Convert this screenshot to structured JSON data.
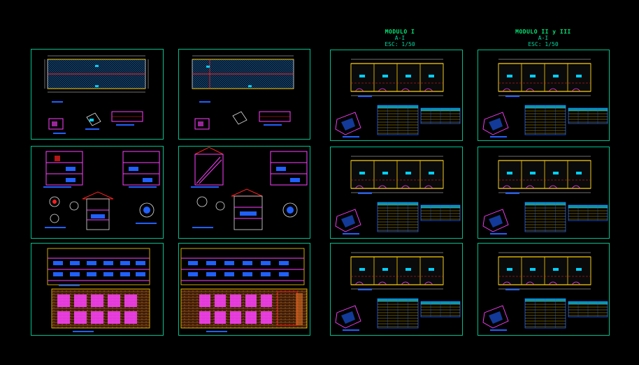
{
  "headers": [
    {
      "title": "MODULO I",
      "sub1": "A-I",
      "sub2": "ESC: 1/50"
    },
    {
      "title": "MODULO II y III",
      "sub1": "A-I",
      "sub2": "ESC: 1/50"
    }
  ],
  "colors": {
    "background": "#000000",
    "sheet_border": "#00c08a",
    "header_text": "#00e676",
    "cad_yellow": "#ffd000",
    "cad_red": "#ff2020",
    "cad_magenta": "#ff40ff",
    "cad_cyan": "#00d0ff",
    "cad_blue": "#2060ff",
    "cad_white": "#e0e0e0",
    "cad_green": "#20ff40"
  }
}
